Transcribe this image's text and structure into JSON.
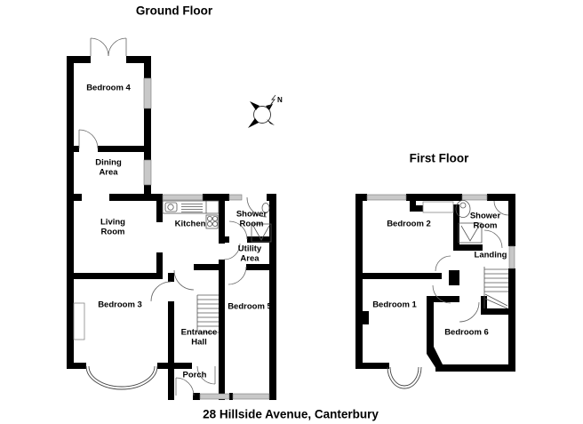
{
  "titles": {
    "ground_floor": "Ground Floor",
    "first_floor": "First Floor",
    "address": "28 Hillside Avenue, Canterbury"
  },
  "compass": {
    "label": "N"
  },
  "colors": {
    "wall": "#000000",
    "window": "#c8c8c8",
    "line": "#666666",
    "background": "#ffffff"
  },
  "ground_floor": {
    "rooms": [
      {
        "name": "bedroom-4",
        "label": "Bedroom 4"
      },
      {
        "name": "dining-area",
        "label": "Dining\nArea"
      },
      {
        "name": "living-room",
        "label": "Living\nRoom"
      },
      {
        "name": "kitchen",
        "label": "Kitchen"
      },
      {
        "name": "shower-room",
        "label": "Shower\nRoom"
      },
      {
        "name": "utility-area",
        "label": "Utility\nArea"
      },
      {
        "name": "bedroom-3",
        "label": "Bedroom 3"
      },
      {
        "name": "bedroom-5",
        "label": "Bedroom 5"
      },
      {
        "name": "entrance-hall",
        "label": "Entrance\nHall"
      },
      {
        "name": "porch",
        "label": "Porch"
      }
    ]
  },
  "first_floor": {
    "rooms": [
      {
        "name": "bedroom-2",
        "label": "Bedroom 2"
      },
      {
        "name": "shower-room",
        "label": "Shower\nRoom"
      },
      {
        "name": "landing",
        "label": "Landing"
      },
      {
        "name": "bedroom-1",
        "label": "Bedroom 1"
      },
      {
        "name": "bedroom-6",
        "label": "Bedroom 6"
      }
    ]
  }
}
